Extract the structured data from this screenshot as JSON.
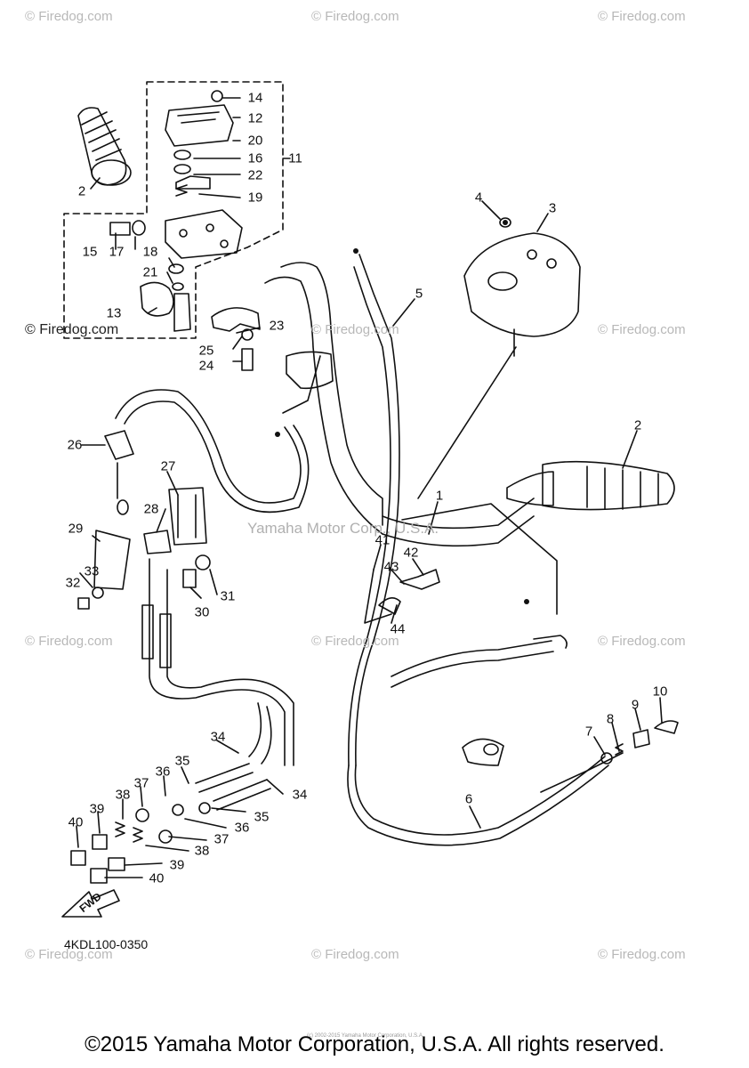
{
  "watermarks": {
    "corner": "© Firedog.com",
    "center": "Yamaha Motor Corp., U.S.A.",
    "left_label": "© Firedog.com"
  },
  "part_code": "4KDL100-0350",
  "fwd_label": "FWD",
  "footer": "©2015 Yamaha Motor Corporation, U.S.A. All rights reserved.",
  "tiny_copyright": "(c) 2002-2015 Yamaha Motor Corporation, U.S.A.",
  "callouts": [
    "14",
    "12",
    "20",
    "16",
    "22",
    "19",
    "11",
    "2",
    "15",
    "17",
    "18",
    "21",
    "13",
    "23",
    "25",
    "24",
    "4",
    "3",
    "5",
    "2",
    "1",
    "26",
    "27",
    "28",
    "29",
    "33",
    "32",
    "30",
    "31",
    "41",
    "43",
    "42",
    "44",
    "10",
    "9",
    "8",
    "7",
    "6",
    "34",
    "35",
    "36",
    "37",
    "38",
    "39",
    "40",
    "34",
    "35",
    "36",
    "37",
    "38",
    "39",
    "40"
  ]
}
